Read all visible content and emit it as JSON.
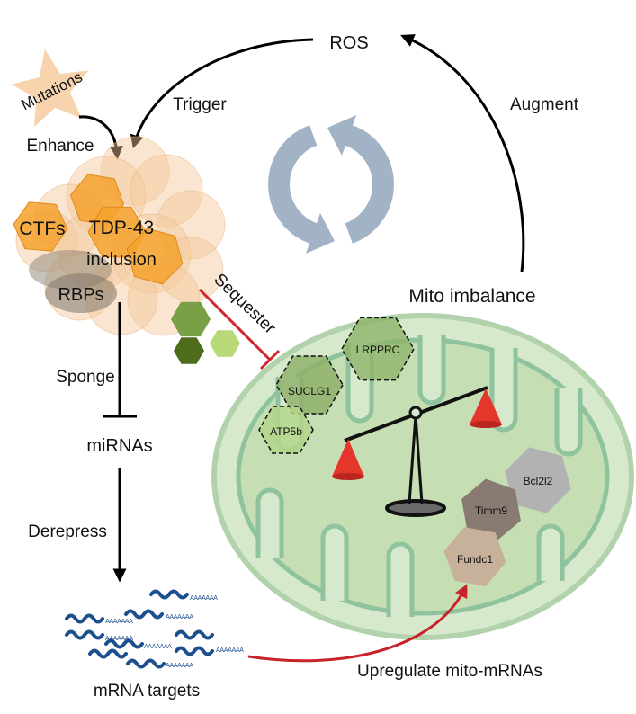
{
  "labels": {
    "ros": "ROS",
    "trigger": "Trigger",
    "augment": "Augment",
    "mutations": "Mutations",
    "enhance": "Enhance",
    "ctfs": "CTFs",
    "tdp43": "TDP-43",
    "inclusion": "inclusion",
    "rbps": "RBPs",
    "sequester": "Sequester",
    "mito_imbalance": "Mito imbalance",
    "sponge": "Sponge",
    "mirnas": "miRNAs",
    "derepress": "Derepress",
    "mrna_targets": "mRNA targets",
    "upregulate": "Upregulate mito-mRNAs"
  },
  "proteins": {
    "inside": {
      "lrpprc": "LRPPRC",
      "suclg1": "SUCLG1",
      "atp5b": "ATP5b"
    },
    "outside": {
      "bcl2l2": "Bcl2l2",
      "timm9": "Timm9",
      "fundc1": "Fundc1"
    }
  },
  "poly_a_tail": "AAAAAAA",
  "colors": {
    "accent_red": "#d0262d",
    "weight_red": "#e5362c",
    "inclusion_orange": "#f4a22d",
    "cycle_blue": "#a3b3c6",
    "mrna_blue": "#1d4f8e"
  }
}
